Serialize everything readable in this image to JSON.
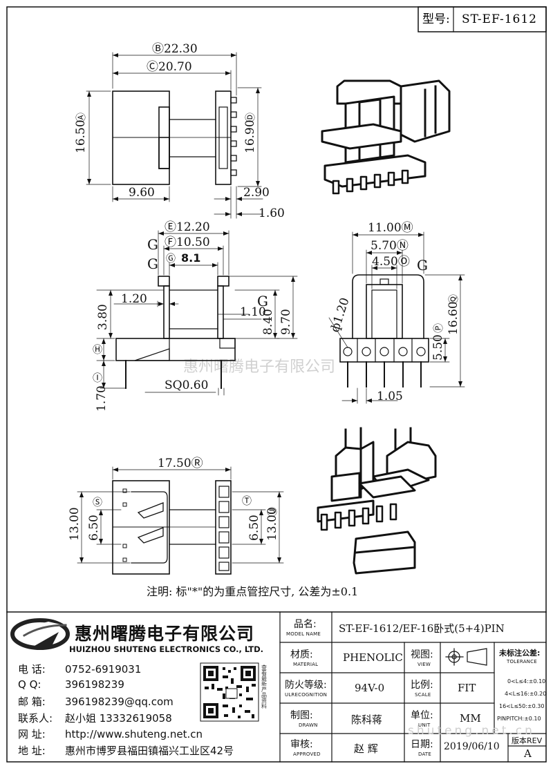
{
  "header": {
    "type_label": "型号:",
    "model": "ST-EF-1612"
  },
  "company": {
    "name_cn": "惠州曙腾电子有限公司",
    "name_en": "HUIZHOU SHUTENG ELECTRONICS CO., LTD.",
    "contacts": [
      {
        "label": "电  话:",
        "value": "0752-6919031"
      },
      {
        "label": "Q   Q:",
        "value": "396198239"
      },
      {
        "label": "邮  箱:",
        "value": "396198239@qq.com"
      },
      {
        "label": "联系人:",
        "value": "赵小姐 13332619058"
      },
      {
        "label": "网  址:",
        "value": "http://www.shuteng.net.cn"
      },
      {
        "label": "地  址:",
        "value": "惠州市博罗县福田镇福兴工业区42号"
      }
    ],
    "qr_caption": "查看最新产品资料"
  },
  "watermarks": {
    "center": "惠州曙腾电子有限公司",
    "bottom": "shuteng.net.cn"
  },
  "note": "注明: 标\"*\"的为重点管控尺寸, 公差为±0.1",
  "title_block": {
    "product_name_cn": "品名:",
    "product_name_en": "MODEL NAME",
    "product_name": "ST-EF-1612/EF-16卧式(5+4)PIN",
    "material_cn": "材质:",
    "material_en": "MATERIAL",
    "material": "PHENOLIC",
    "flame_cn": "防火等级:",
    "flame_en": "ULRECOGNITION",
    "flame": "94V-0",
    "drawn_cn": "制图:",
    "drawn_en": "DRAWN",
    "drawn": "陈科蒋",
    "approved_cn": "审核:",
    "approved_en": "APPROVED",
    "approved": "赵  辉",
    "view_cn": "视图:",
    "view_en": "VIEW",
    "scale_cn": "比例:",
    "scale_en": "SCALE",
    "scale": "FIT",
    "unit_cn": "单位:",
    "unit_en": "UNIT",
    "unit": "MM",
    "date_cn": "日期:",
    "date_en": "DATE",
    "date": "2019/06/10",
    "tol_title_cn": "未标注公差:",
    "tol_title_en": "TOLERANCE",
    "tolerances": [
      "0<L≤4:±0.10",
      "4<L≤16:±0.20",
      "16<L≤50:±0.30",
      "PINPITCH:±0.10"
    ],
    "rev_label": "版本REV",
    "rev": "A"
  },
  "dimensions": {
    "top_B": "Ⓑ22.30",
    "top_C": "Ⓒ20.70",
    "top_A": "16.50",
    "top_A_tag": "Ⓐ",
    "top_D": "16.90",
    "top_D_tag": "Ⓓ",
    "top_w": "9.60",
    "top_290": "2.90",
    "top_160": "1.60",
    "side_E": "Ⓔ12.20",
    "side_F": "Ⓕ10.50",
    "side_G": "Ⓖ",
    "side_81": "8.1",
    "side_120": "1.20",
    "side_380": "3.80",
    "side_110": "1.10",
    "side_K": "8.40",
    "side_L": "9.70",
    "side_H": "Ⓗ",
    "side_I": "Ⓘ",
    "side_170": "1.70",
    "side_sq": "SQ0.60",
    "g_mark": "G",
    "front_M": "11.00Ⓜ",
    "front_N": "5.70Ⓝ",
    "front_O": "4.50Ⓞ",
    "front_dia": "ф1.20",
    "front_Q": "16.60",
    "front_Q_tag": "Ⓠ",
    "front_P": "5.50",
    "front_P_tag": "Ⓟ",
    "front_105": "1.05",
    "bot_R": "17.50Ⓡ",
    "bot_S_tag": "Ⓢ",
    "bot_1300": "13.00",
    "bot_650": "6.50",
    "bot_T_tag": "Ⓣ",
    "bot_U_tag": "Ⓤ"
  }
}
